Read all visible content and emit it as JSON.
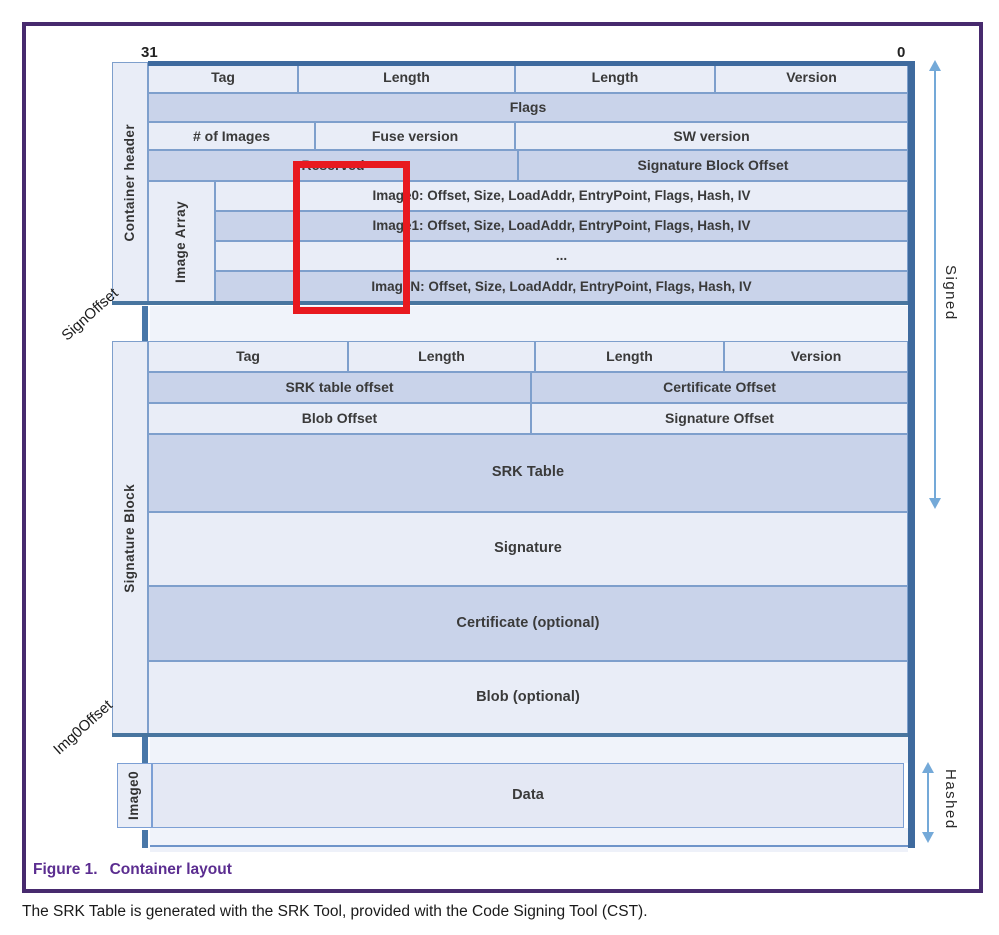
{
  "bits": {
    "msb": "31",
    "lsb": "0"
  },
  "container_header": {
    "label": "Container header",
    "row1": [
      "Tag",
      "Length",
      "Length",
      "Version"
    ],
    "row2": [
      "Flags"
    ],
    "row3": [
      "# of Images",
      "Fuse version",
      "SW version"
    ],
    "row4": [
      "Reserved",
      "Signature Block Offset"
    ]
  },
  "image_array": {
    "label": "Image Array",
    "rows": [
      "Image0: Offset, Size, LoadAddr, EntryPoint, Flags, Hash, IV",
      "Image1: Offset, Size, LoadAddr, EntryPoint, Flags, Hash, IV",
      "...",
      "ImageN: Offset, Size, LoadAddr, EntryPoint, Flags, Hash, IV"
    ]
  },
  "signature_block": {
    "label": "Signature Block",
    "row1": [
      "Tag",
      "Length",
      "Length",
      "Version"
    ],
    "row2": [
      "SRK table offset",
      "Certificate Offset"
    ],
    "row3": [
      "Blob Offset",
      "Signature Offset"
    ],
    "tall_rows": [
      "SRK Table",
      "Signature",
      "Certificate (optional)",
      "Blob (optional)"
    ]
  },
  "image0": {
    "label": "Image0",
    "data": "Data"
  },
  "annotations": {
    "sign_offset": "SignOffset",
    "img0_offset": "Img0Offset",
    "signed": "Signed",
    "hashed": "Hashed"
  },
  "caption": {
    "number": "Figure 1.",
    "title": "Container layout"
  },
  "footer_text": "The SRK Table is generated with the SRK Tool, provided with the Code Signing Tool (CST).",
  "colors": {
    "frame": "#472a6e",
    "caption": "#5b2d90",
    "highlight": "#e8191f",
    "cell_light": "#e9edf7",
    "cell_dark": "#c9d3ea",
    "cell_border": "#7e9fcc",
    "heavy_border": "#3e6a9e",
    "arrow": "#74a9d8"
  }
}
